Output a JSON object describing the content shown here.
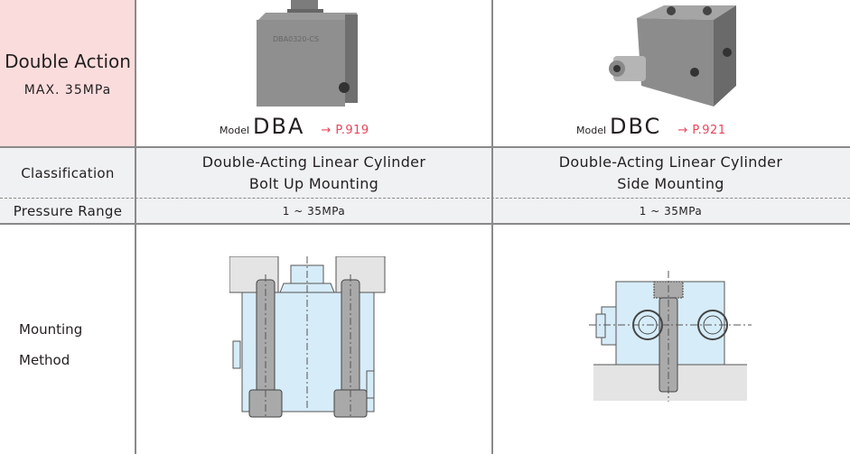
{
  "header": {
    "title": "Double Action",
    "subtitle": "MAX. 35MPa"
  },
  "products": [
    {
      "model_prefix": "Model",
      "model": "DBA",
      "page_ref": "→ P.919",
      "classification": [
        "Double-Acting Linear Cylinder",
        "Bolt Up Mounting"
      ],
      "pressure_range": "1 ~ 35MPa"
    },
    {
      "model_prefix": "Model",
      "model": "DBC",
      "page_ref": "→ P.921",
      "classification": [
        "Double-Acting Linear Cylinder",
        "Side Mounting"
      ],
      "pressure_range": "1 ~ 35MPa"
    }
  ],
  "rows": {
    "classification": "Classification",
    "pressure_range": "Pressure Range",
    "mounting_method": [
      "Mounting",
      "Method"
    ]
  },
  "colors": {
    "header_bg": "#fbdcdc",
    "label_bg": "#f0f1f3",
    "accent": "#e8465a",
    "drawing_fill": "#d6ecf8"
  }
}
